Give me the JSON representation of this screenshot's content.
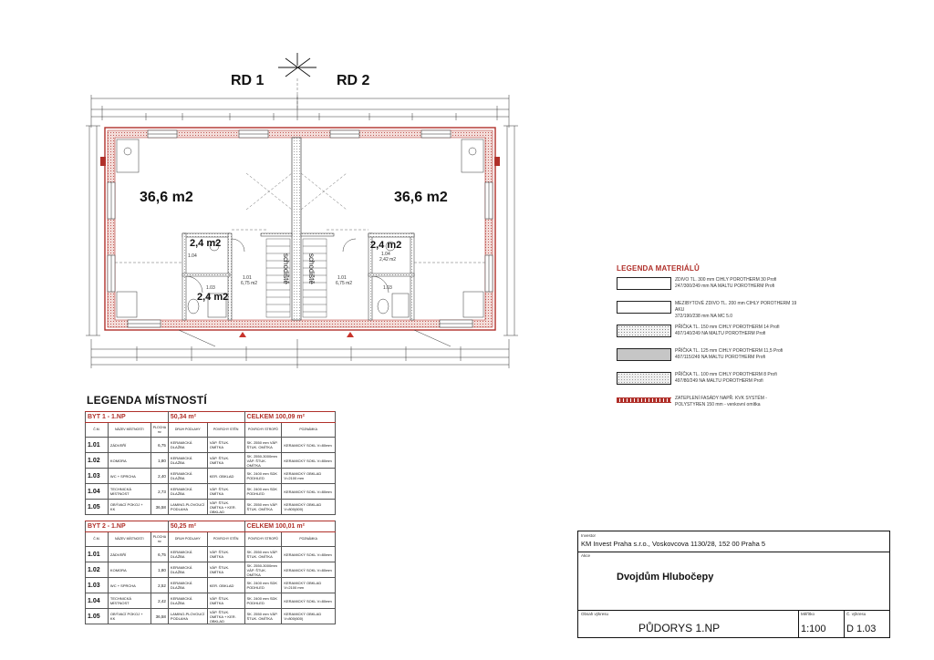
{
  "plan": {
    "units": [
      "RD 1",
      "RD 2"
    ],
    "areas": {
      "living_left": "36,6 m2",
      "living_right": "36,6 m2",
      "small_left_top": "2,4 m2",
      "small_left_bottom": "2,4 m2",
      "small_right_top": "2,4 m2"
    },
    "stairs": [
      "schodiště",
      "schodiště"
    ],
    "room_tags": {
      "l_104": "1.04",
      "l_103": "1.03",
      "l_101": "1.01",
      "l_101_area": "6,75 m2",
      "r_101": "1.01",
      "r_101_area": "6,75 m2",
      "r_103": "1.03",
      "r_104": "1.04",
      "r_104_area": "2,42 m2"
    },
    "colors": {
      "wall": "#b0302a",
      "line": "#222222",
      "grid": "#555555"
    }
  },
  "materials_legend": {
    "title": "LEGENDA MATERIÁLŮ",
    "items": [
      {
        "text": "ZDIVO TL. 300 mm CIHLY POROTHERM 30 Profi\n247/300/249 mm NA MALTU POROTHERM Profi",
        "pattern": "blank"
      },
      {
        "text": "MEZIBYTOVÉ ZDIVO TL. 200 mm CIHLY POROTHERM 19 AKU\n372/190/238 mm NA MC 5.0",
        "pattern": "blank"
      },
      {
        "text": "PŘÍČKA TL. 150 mm CIHLY POROTHERM 14 Profi\n497/140/249 NA MALTU POROTHERM Profi",
        "pattern": "dots"
      },
      {
        "text": "PŘÍČKA TL. 125 mm CIHLY POROTHERM 11,5 Profi\n497/115/249 NA MALTU POROTHERM Profi",
        "pattern": "dots-dense"
      },
      {
        "text": "PŘÍČKA TL. 100 mm CIHLY POROTHERM 8 Profi\n497/80/249 NA MALTU POROTHERM Profi",
        "pattern": "dots-light"
      },
      {
        "text": "ZATEPLENÍ FASÁDY NAPŘ. KVK SYSTÉM -\nPOLYSTYREN 150 mm - venkovní omítka",
        "pattern": "red-line"
      }
    ]
  },
  "rooms_legend": {
    "title": "LEGENDA MÍSTNOSTÍ",
    "columns": [
      "Č.M.",
      "NÁZEV MÍSTNOSTI",
      "PLOCHA m²",
      "DRUH PODLAHY",
      "POVRCHY STĚN",
      "POVRCHY STROPŮ",
      "POZNÁMKA"
    ],
    "units": [
      {
        "name": "BYT 1 - 1.NP",
        "area": "50,34 m²",
        "total": "CELKEM 100,09 m²",
        "rows": [
          [
            "1.01",
            "ZÁDVEŘÍ",
            "6,75",
            "KERAMICKÁ DLAŽBA",
            "VÁP. ŠTUK. OMÍTKA",
            "SK. 2550 mm VÁP. ŠTUK. OMÍTKA",
            "KERAMICKÝ SOKL V=80mm"
          ],
          [
            "1.02",
            "KOMORA",
            "1,80",
            "KERAMICKÁ DLAŽBA",
            "VÁP. ŠTUK. OMÍTKA",
            "SK. 2550-3000mm VÁP. ŠTUK. OMÍTKA",
            "KERAMICKÝ SOKL V=80mm"
          ],
          [
            "1.03",
            "WC + SPRCHA",
            "2,40",
            "KERAMICKÁ DLAŽBA",
            "KER. OBKLAD",
            "SK. 2400 mm SDK PODHLED",
            "KERAMICKÝ OBKLAD V=2100 mm"
          ],
          [
            "1.04",
            "TECHNICKÁ MÍSTNOST",
            "2,73",
            "KERAMICKÁ DLAŽBA",
            "VÁP. ŠTUK. OMÍTKA",
            "SK. 2400 mm SDK PODHLED",
            "KERAMICKÝ SOKL V=80mm"
          ],
          [
            "1.05",
            "OBÝVACÍ POKOJ + KK",
            "36,58",
            "LAMINO-PLOVOUCÍ PODLAHA",
            "VÁP. ŠTUK. OMÍTKA + KER. OBKLAD",
            "SK. 2550 mm VÁP. ŠTUK. OMÍTKA",
            "KERAMICKÝ OBKLAD V=800(600)"
          ]
        ]
      },
      {
        "name": "BYT 2 - 1.NP",
        "area": "50,25 m²",
        "total": "CELKEM 100,01 m²",
        "rows": [
          [
            "1.01",
            "ZÁDVEŘÍ",
            "6,75",
            "KERAMICKÁ DLAŽBA",
            "VÁP. ŠTUK. OMÍTKA",
            "SK. 2550 mm VÁP. ŠTUK. OMÍTKA",
            "KERAMICKÝ SOKL V=80mm"
          ],
          [
            "1.02",
            "KOMORA",
            "1,80",
            "KERAMICKÁ DLAŽBA",
            "VÁP. ŠTUK. OMÍTKA",
            "SK. 2550-3000mm VÁP. ŠTUK. OMÍTKA",
            "KERAMICKÝ SOKL V=80mm"
          ],
          [
            "1.03",
            "WC + SPRCHA",
            "2,52",
            "KERAMICKÁ DLAŽBA",
            "KER. OBKLAD",
            "SK. 2400 mm SDK PODHLED",
            "KERAMICKÝ OBKLAD V=2100 mm"
          ],
          [
            "1.04",
            "TECHNICKÁ MÍSTNOST",
            "2,42",
            "KERAMICKÁ DLAŽBA",
            "VÁP. ŠTUK. OMÍTKA",
            "SK. 2400 mm SDK PODHLED",
            "KERAMICKÝ SOKL V=80mm"
          ],
          [
            "1.05",
            "OBÝVACÍ POKOJ + KK",
            "36,58",
            "LAMINO-PLOVOUCÍ PODLAHA",
            "VÁP. ŠTUK. OMÍTKA + KER. OBKLAD",
            "SK. 2550 mm VÁP. ŠTUK. OMÍTKA",
            "KERAMICKÝ OBKLAD V=800(600)"
          ]
        ]
      }
    ]
  },
  "title_block": {
    "investor_caption": "Investor",
    "investor": "KM Invest Praha s.r.o., Voskovcova 1130/28, 152 00 Praha 5",
    "project_caption": "Akce",
    "project": "Dvojdům Hlubočepy",
    "sheet_caption": "Obsah výkresu",
    "sheet": "PŮDORYS 1.NP",
    "scale_caption": "Měřítko",
    "scale": "1:100",
    "code_caption": "Č. výkresu",
    "code": "D 1.03"
  }
}
